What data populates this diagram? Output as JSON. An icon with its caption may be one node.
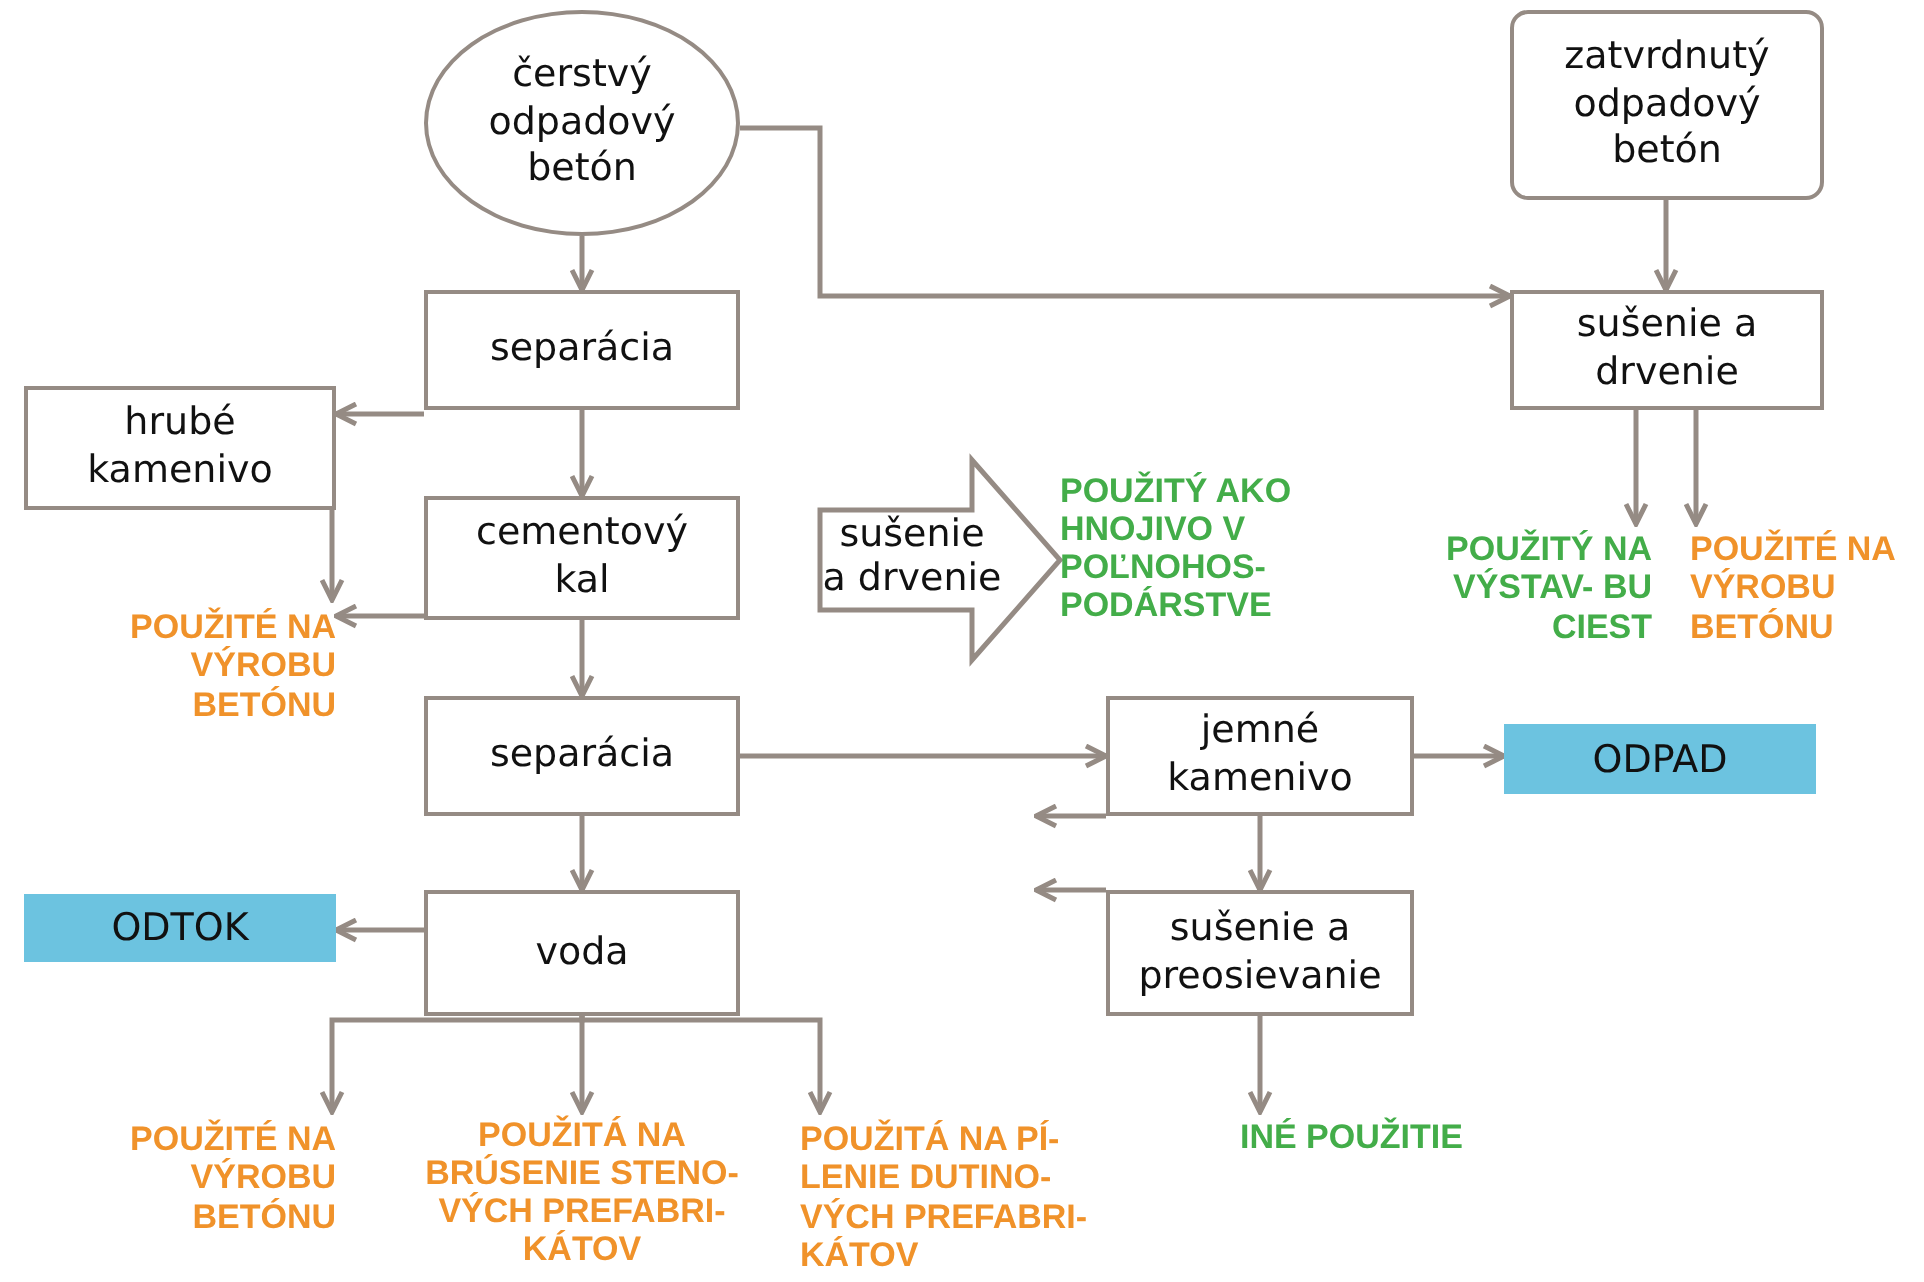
{
  "diagram": {
    "nodes": [
      {
        "text": [
          "čerstvý odpadový betón"
        ]
      },
      {
        "text": [
          "zatvrdnutý odpadový betón"
        ]
      },
      {
        "text": [
          "separácia"
        ]
      },
      {
        "text": [
          "hrubé kamenivo"
        ]
      },
      {
        "text": [
          "cementový kal"
        ]
      },
      {
        "text": [
          "POUŽITÉ NA VÝROBU BETÓNU"
        ]
      },
      {
        "text": [
          "separácia"
        ]
      },
      {
        "text": [
          "voda"
        ]
      },
      {
        "text": [
          "ODTOK"
        ]
      },
      {
        "text": [
          "POUŽITÝ AKO HNOJIVO V POĽNOHOS- PODÁRSTVE"
        ]
      },
      {
        "text": [
          "sušenie a drvenie"
        ]
      },
      {
        "text": [
          "POUŽITÝ NA VÝSTAV- BU CIEST"
        ]
      },
      {
        "text": [
          "POUŽITÉ NA VÝROBU BETÓNU"
        ]
      },
      {
        "text": [
          "jemné kamenivo"
        ]
      },
      {
        "text": [
          "ODPAD"
        ]
      },
      {
        "text": [
          "sušenie a preosievanie"
        ]
      },
      {
        "text": [
          "INÉ POUŽITIE"
        ]
      },
      {
        "text": [
          "POUŽITÉ NA VÝROBU BETÓNU"
        ]
      },
      {
        "text": [
          "POUŽITÁ NA BRÚSENIE STENO- VÝCH PREFABRI- KÁTOV"
        ]
      },
      {
        "text": [
          "POUŽITÁ NA PÍ- LENIE DUTINO- VÝCH PREFABRI- KÁTOV"
        ]
      }
    ],
    "edges": [
      {
        "from": 0,
        "to": 2,
        "arrow": "to"
      },
      {
        "from": 0,
        "to": 10,
        "arrow": "to"
      },
      {
        "from": 1,
        "to": 10,
        "arrow": "to"
      },
      {
        "from": 2,
        "to": 3,
        "arrow": "to"
      },
      {
        "from": 2,
        "to": 4,
        "arrow": "to"
      },
      {
        "from": 3,
        "to": 5,
        "arrow": "to"
      },
      {
        "from": 4,
        "to": 5,
        "arrow": "to"
      },
      {
        "from": 4,
        "to": 6,
        "arrow": "to"
      },
      {
        "from": 6,
        "to": 13,
        "arrow": "to"
      },
      {
        "from": 6,
        "to": 7,
        "arrow": "to"
      },
      {
        "from": 7,
        "to": 8,
        "arrow": "to"
      },
      {
        "from": 7,
        "to": 17,
        "arrow": "to"
      },
      {
        "from": 7,
        "to": 18,
        "arrow": "to"
      },
      {
        "from": 7,
        "to": 19,
        "arrow": "to"
      },
      {
        "from": null,
        "to": 9,
        "arrow": "to",
        "label": "sušenie a drvenie",
        "style": "thick"
      },
      {
        "from": 10,
        "to": 11,
        "arrow": "to"
      },
      {
        "from": 10,
        "to": 12,
        "arrow": "to"
      },
      {
        "from": 13,
        "to": 14,
        "arrow": "to"
      },
      {
        "from": 13,
        "to": null,
        "arrow": "to"
      },
      {
        "from": 13,
        "to": 15,
        "arrow": "to"
      },
      {
        "from": 15,
        "to": null,
        "arrow": "to"
      },
      {
        "from": 15,
        "to": 16,
        "arrow": "to"
      }
    ]
  }
}
